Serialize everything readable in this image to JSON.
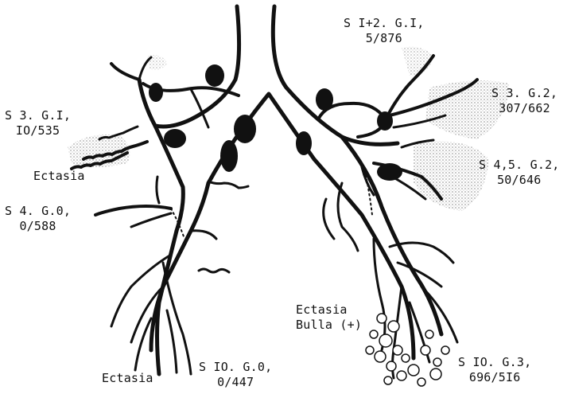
{
  "labels": {
    "s_i2": {
      "line1": "S I+2. G.I,",
      "line2": "5/876"
    },
    "s3_left": {
      "line1": "S 3. G.I,",
      "line2": "IO/535"
    },
    "ectasia_left": "Ectasia",
    "s4": {
      "line1": "S 4. G.0,",
      "line2": "0/588"
    },
    "s3_right": {
      "line1": "S 3. G.2,",
      "line2": "307/662"
    },
    "s45": {
      "line1": "S 4,5. G.2,",
      "line2": "50/646"
    },
    "ectasia_right": "Ectasia",
    "bulla": "Bulla (+)",
    "s10_right": {
      "line1": "S IO. G.3,",
      "line2": "696/5I6"
    },
    "s10_left": {
      "line1": "S IO. G.0,",
      "line2": "0/447"
    },
    "ectasia_bottom": "Ectasia"
  },
  "colors": {
    "ink": "#111111",
    "shade": "#b8b8b8"
  }
}
